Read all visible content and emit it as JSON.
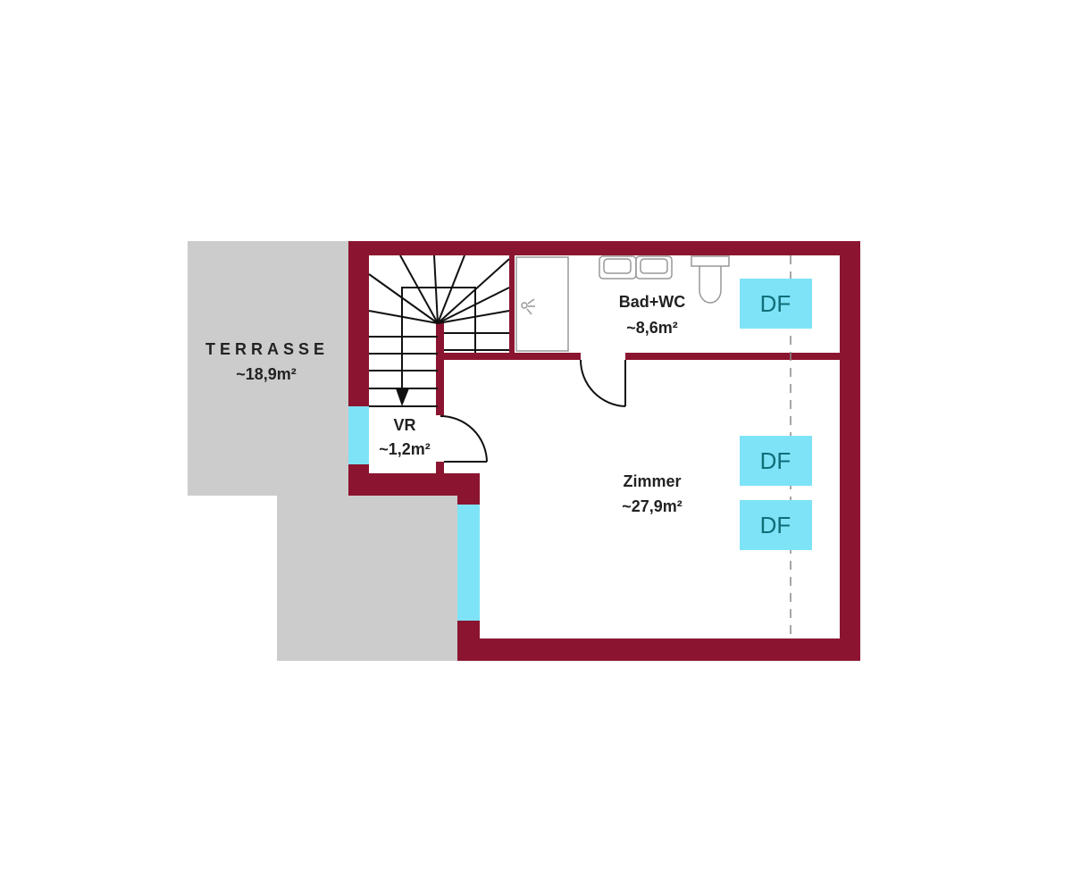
{
  "colors": {
    "wall": "#8b1530",
    "terrace": "#cccccc",
    "window": "#7fe3f7",
    "df_fill": "#7fe3f7",
    "df_text": "#0f6e78"
  },
  "rooms": [
    {
      "name": "TERRASSE",
      "area": "~18,9m²"
    },
    {
      "name": "Bad+WC",
      "area": "~8,6m²"
    },
    {
      "name": "VR",
      "area": "~1,2m²"
    },
    {
      "name": "Zimmer",
      "area": "~27,9m²"
    }
  ],
  "skylights": [
    {
      "label": "DF"
    },
    {
      "label": "DF"
    },
    {
      "label": "DF"
    }
  ]
}
